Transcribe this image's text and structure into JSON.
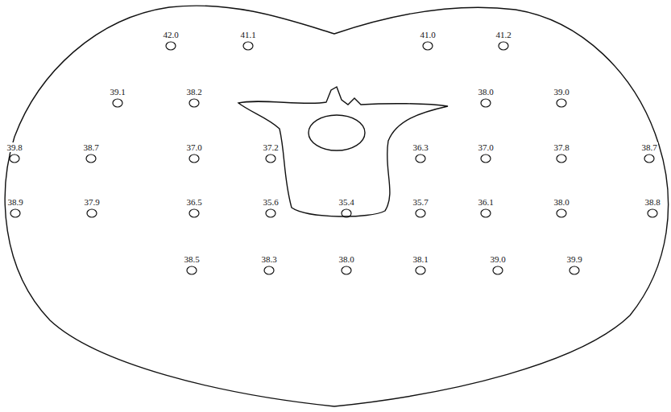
{
  "diagram": {
    "labels": [
      "42.0",
      "41.1",
      "41.0",
      "41.2",
      "39.1",
      "38.2",
      "38.0",
      "39.0",
      "39.8",
      "38.7",
      "37.0",
      "37.2",
      "36.3",
      "37.0",
      "37.8",
      "38.7",
      "38.9",
      "37.9",
      "36.5",
      "35.6",
      "35.4",
      "35.7",
      "36.1",
      "38.0",
      "38.8",
      "38.5",
      "38.3",
      "38.0",
      "38.1",
      "39.0",
      "39.9"
    ]
  }
}
